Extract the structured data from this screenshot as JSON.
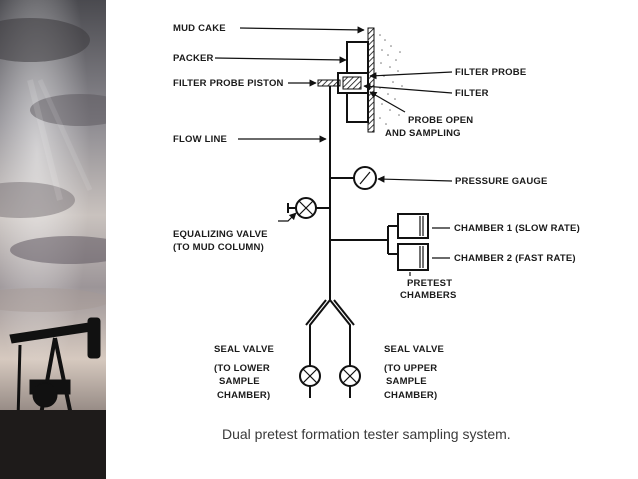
{
  "labels": {
    "mud_cake": "MUD CAKE",
    "packer": "PACKER",
    "filter_probe_piston": "FILTER PROBE PISTON",
    "flow_line": "FLOW LINE",
    "filter_probe": "FILTER PROBE",
    "filter": "FILTER",
    "probe_open_1": "PROBE OPEN",
    "probe_open_2": "AND SAMPLING",
    "pressure_gauge": "PRESSURE GAUGE",
    "equalizing_valve_1": "EQUALIZING VALVE",
    "equalizing_valve_2": "(TO MUD COLUMN)",
    "chamber_1": "CHAMBER   1 (SLOW RATE)",
    "chamber_2": "CHAMBER   2 (FAST RATE)",
    "pretest_1": "PRETEST",
    "pretest_2": "CHAMBERS",
    "seal_valve_left": "SEAL VALVE",
    "seal_valve_left_2": "(TO LOWER",
    "seal_valve_left_3": "SAMPLE",
    "seal_valve_left_4": "CHAMBER)",
    "seal_valve_right": "SEAL VALVE",
    "seal_valve_right_2": "(TO UPPER",
    "seal_valve_right_3": "SAMPLE",
    "seal_valve_right_4": "CHAMBER)"
  },
  "caption": "Dual pretest formation tester sampling system."
}
